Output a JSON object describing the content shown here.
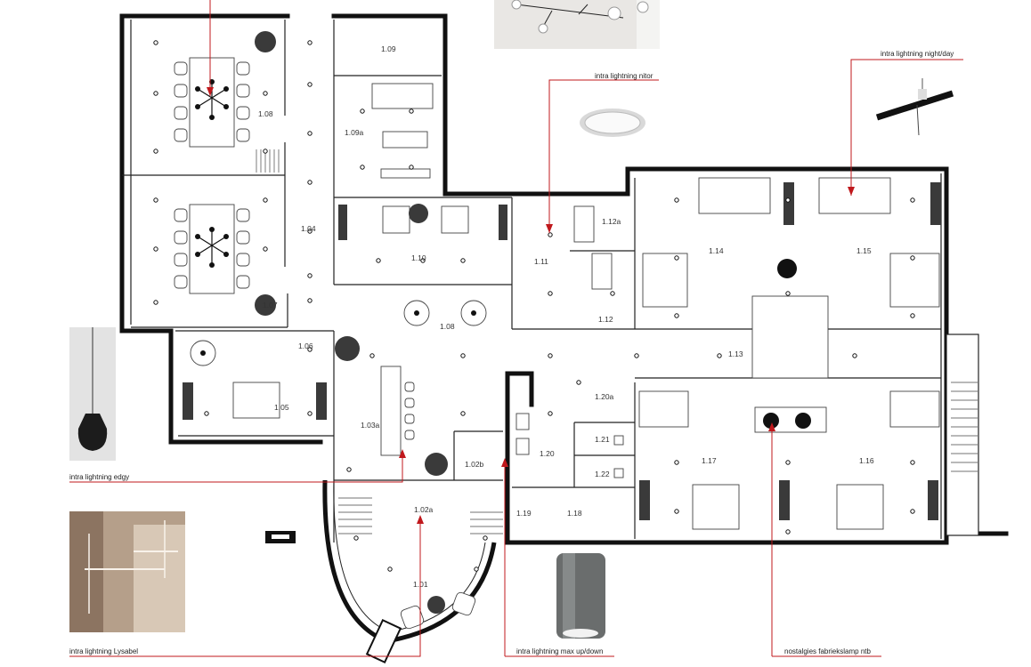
{
  "rooms": [
    {
      "id": "1.01",
      "label": "1.01"
    },
    {
      "id": "1.03a",
      "label": "1.03a"
    },
    {
      "id": "1.04",
      "label": "1.04"
    },
    {
      "id": "1.05",
      "label": "1.05"
    },
    {
      "id": "1.06",
      "label": "1.06"
    },
    {
      "id": "1.07",
      "label": "1.07"
    },
    {
      "id": "1.08",
      "label": "1.08"
    },
    {
      "id": "1.08b",
      "label": "1.08"
    },
    {
      "id": "1.09",
      "label": "1.09"
    },
    {
      "id": "1.09a",
      "label": "1.09a"
    },
    {
      "id": "1.10",
      "label": "1.10"
    },
    {
      "id": "1.11",
      "label": "1.11"
    },
    {
      "id": "1.12",
      "label": "1.12"
    },
    {
      "id": "1.12a",
      "label": "1.12a"
    },
    {
      "id": "1.13",
      "label": "1.13"
    },
    {
      "id": "1.14",
      "label": "1.14"
    },
    {
      "id": "1.15",
      "label": "1.15"
    },
    {
      "id": "1.16",
      "label": "1.16"
    },
    {
      "id": "1.17",
      "label": "1.17"
    },
    {
      "id": "1.18",
      "label": "1.18"
    },
    {
      "id": "1.19",
      "label": "1.19"
    },
    {
      "id": "1.20",
      "label": "1.20"
    },
    {
      "id": "1.20a",
      "label": "1.20a"
    },
    {
      "id": "1.02a",
      "label": "1.02a"
    },
    {
      "id": "1.02b",
      "label": "1.02b"
    },
    {
      "id": "wc1",
      "label": "1.21"
    },
    {
      "id": "wc2",
      "label": "1.22"
    }
  ],
  "callouts": {
    "nitor": "intra lightning nitor",
    "night_day": "intra lightning night/day",
    "edgy": "intra lightning edgy",
    "lysabel": "intra lightning Lysabel",
    "max_updown": "intra lightning max up/down",
    "fabriekslamp": "nostalgies fabriekslamp ntb"
  },
  "colors": {
    "wall": "#111111",
    "leader": "#c0181c",
    "plant": "#3a3a3a",
    "background": "#ffffff"
  }
}
